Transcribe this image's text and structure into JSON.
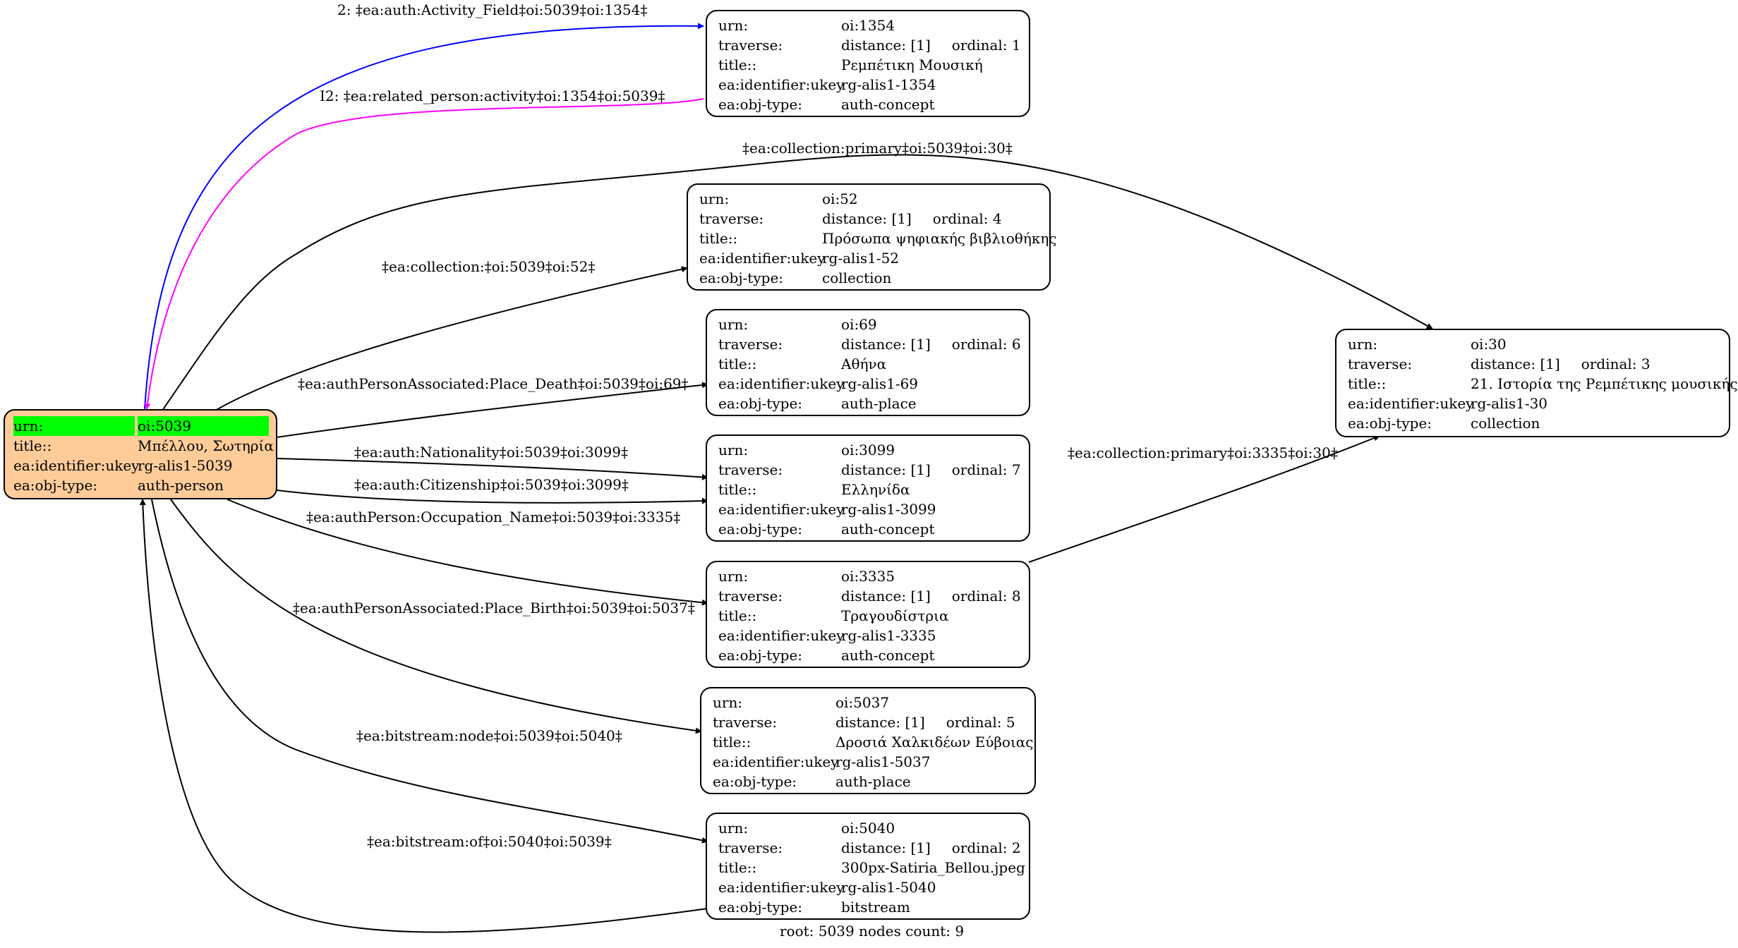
{
  "root": {
    "urn_key": "urn:",
    "urn": "oi:5039",
    "title_key": "title::",
    "title": "Μπέλλου, Σωτηρία",
    "ukey_key": "ea:identifier:ukey",
    "ukey": "rg-alis1-5039",
    "type_key": "ea:obj-type:",
    "type": "auth-person"
  },
  "nodes": {
    "n1354": {
      "urn_key": "urn:",
      "urn": "oi:1354",
      "trav_key": "traverse:",
      "distance": "distance: [1]",
      "ordinal": "ordinal: 1",
      "title_key": "title::",
      "title": "Ρεμπέτικη Μουσική",
      "ukey_key": "ea:identifier:ukey",
      "ukey": "rg-alis1-1354",
      "type_key": "ea:obj-type:",
      "type": "auth-concept"
    },
    "n52": {
      "urn_key": "urn:",
      "urn": "oi:52",
      "trav_key": "traverse:",
      "distance": "distance: [1]",
      "ordinal": "ordinal: 4",
      "title_key": "title::",
      "title": "Πρόσωπα ψηφιακής βιβλιοθήκης",
      "ukey_key": "ea:identifier:ukey",
      "ukey": "rg-alis1-52",
      "type_key": "ea:obj-type:",
      "type": "collection"
    },
    "n69": {
      "urn_key": "urn:",
      "urn": "oi:69",
      "trav_key": "traverse:",
      "distance": "distance: [1]",
      "ordinal": "ordinal: 6",
      "title_key": "title::",
      "title": "Αθήνα",
      "ukey_key": "ea:identifier:ukey",
      "ukey": "rg-alis1-69",
      "type_key": "ea:obj-type:",
      "type": "auth-place"
    },
    "n3099": {
      "urn_key": "urn:",
      "urn": "oi:3099",
      "trav_key": "traverse:",
      "distance": "distance: [1]",
      "ordinal": "ordinal: 7",
      "title_key": "title::",
      "title": "Ελληνίδα",
      "ukey_key": "ea:identifier:ukey",
      "ukey": "rg-alis1-3099",
      "type_key": "ea:obj-type:",
      "type": "auth-concept"
    },
    "n3335": {
      "urn_key": "urn:",
      "urn": "oi:3335",
      "trav_key": "traverse:",
      "distance": "distance: [1]",
      "ordinal": "ordinal: 8",
      "title_key": "title::",
      "title": "Τραγουδίστρια",
      "ukey_key": "ea:identifier:ukey",
      "ukey": "rg-alis1-3335",
      "type_key": "ea:obj-type:",
      "type": "auth-concept"
    },
    "n5037": {
      "urn_key": "urn:",
      "urn": "oi:5037",
      "trav_key": "traverse:",
      "distance": "distance: [1]",
      "ordinal": "ordinal: 5",
      "title_key": "title::",
      "title": "Δροσιά Χαλκιδέων  Εύβοιας",
      "ukey_key": "ea:identifier:ukey",
      "ukey": "rg-alis1-5037",
      "type_key": "ea:obj-type:",
      "type": "auth-place"
    },
    "n5040": {
      "urn_key": "urn:",
      "urn": "oi:5040",
      "trav_key": "traverse:",
      "distance": "distance: [1]",
      "ordinal": "ordinal: 2",
      "title_key": "title::",
      "title": "300px-Satiria_Bellou.jpeg",
      "ukey_key": "ea:identifier:ukey",
      "ukey": "rg-alis1-5040",
      "type_key": "ea:obj-type:",
      "type": "bitstream"
    },
    "n30": {
      "urn_key": "urn:",
      "urn": "oi:30",
      "trav_key": "traverse:",
      "distance": "distance: [1]",
      "ordinal": "ordinal: 3",
      "title_key": "title::",
      "title": "21. Ιστορία της Ρεμπέτικης μουσικής",
      "ukey_key": "ea:identifier:ukey",
      "ukey": "rg-alis1-30",
      "type_key": "ea:obj-type:",
      "type": "collection"
    }
  },
  "edge_labels": {
    "activity_field": "2: ‡ea:auth:Activity_Field‡oi:5039‡oi:1354‡",
    "related_person": "I2: ‡ea:related_person:activity‡oi:1354‡oi:5039‡",
    "collection_primary_30": "‡ea:collection:primary‡oi:5039‡oi:30‡",
    "collection_52": "‡ea:collection:‡oi:5039‡oi:52‡",
    "place_death": "‡ea:authPersonAssociated:Place_Death‡oi:5039‡oi:69‡",
    "nationality": "‡ea:auth:Nationality‡oi:5039‡oi:3099‡",
    "citizenship": "‡ea:auth:Citizenship‡oi:5039‡oi:3099‡",
    "occupation": "‡ea:authPerson:Occupation_Name‡oi:5039‡oi:3335‡",
    "place_birth": "‡ea:authPersonAssociated:Place_Birth‡oi:5039‡oi:5037‡",
    "bitstream_node": "‡ea:bitstream:node‡oi:5039‡oi:5040‡",
    "bitstream_of": "‡ea:bitstream:of‡oi:5040‡oi:5039‡",
    "collection_primary_3335_30": "‡ea:collection:primary‡oi:3335‡oi:30‡"
  },
  "colors": {
    "root_fill": "#ffcc99",
    "root_highlight": "#00ff00",
    "edge_blue": "#0000ff",
    "edge_magenta": "#ff00ff",
    "edge_default": "#000000"
  },
  "footer": "root: 5039 nodes count: 9"
}
